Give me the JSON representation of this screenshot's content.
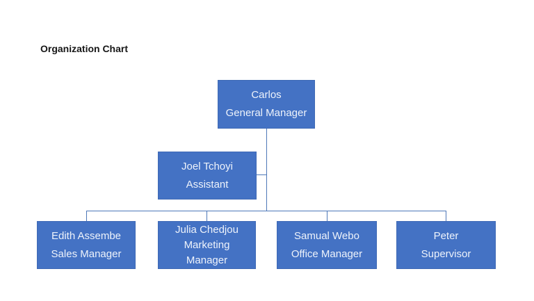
{
  "title": "Organization Chart",
  "colors": {
    "box_fill": "#4472c4",
    "box_border": "#3e69b5",
    "connector": "#4d77b8",
    "box_text": "#eef3fb",
    "title_text": "#161616",
    "background": "#ffffff"
  },
  "org": {
    "root": {
      "name": "Carlos",
      "role": "General Manager"
    },
    "assistant": {
      "name": "Joel Tchoyi",
      "role": "Assistant"
    },
    "subordinates": [
      {
        "name": "Edith Assembe",
        "role": "Sales Manager"
      },
      {
        "name": "Julia Chedjou",
        "role": "Marketing Manager"
      },
      {
        "name": "Samual Webo",
        "role": "Office Manager"
      },
      {
        "name": "Peter",
        "role": "Supervisor"
      }
    ]
  }
}
